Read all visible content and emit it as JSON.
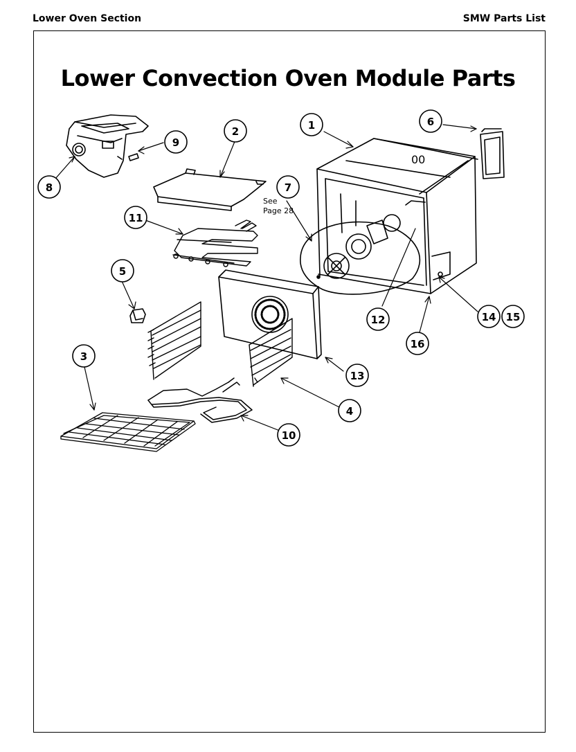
{
  "header": {
    "left": "Lower Oven Section",
    "right": "SMW Parts List"
  },
  "title": "Lower Convection Oven Module Parts",
  "note": {
    "line1": "See",
    "line2": "Page 28"
  },
  "callouts": {
    "c1": "1",
    "c2": "2",
    "c3": "3",
    "c4": "4",
    "c5": "5",
    "c6": "6",
    "c7": "7",
    "c8": "8",
    "c9": "9",
    "c10": "10",
    "c11": "11",
    "c12": "12",
    "c13": "13",
    "c14": "14",
    "c15": "15",
    "c16": "16"
  },
  "cabinet_display": "00"
}
